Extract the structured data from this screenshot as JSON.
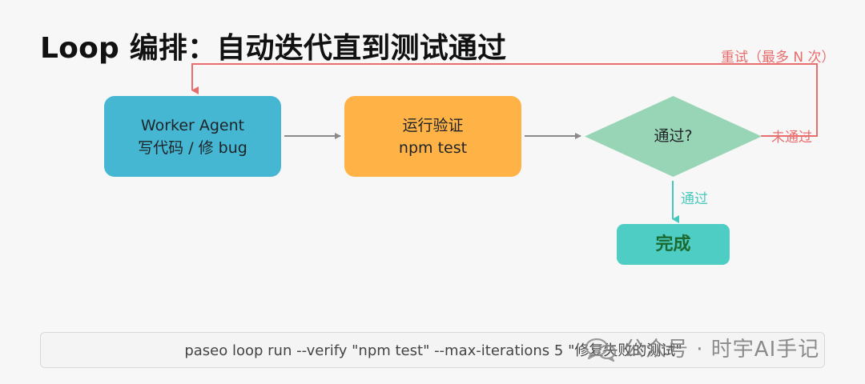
{
  "title": "Loop 编排：自动迭代直到测试通过",
  "nodes": {
    "worker": {
      "line1": "Worker Agent",
      "line2": "写代码 / 修 bug",
      "color": "#45b7d2"
    },
    "verify": {
      "line1": "运行验证",
      "line2": "npm test",
      "color": "#ffb347"
    },
    "decision": {
      "label": "通过?",
      "color": "#98d5b6"
    },
    "done": {
      "label": "完成",
      "color": "#4ecdc4",
      "text_color": "#1b6a31"
    }
  },
  "edges": {
    "retry_label": "重试（最多 N 次）",
    "fail_label": "未通过",
    "pass_label": "通过",
    "colors": {
      "flow": "#8a8a8a",
      "retry": "#e86d6d",
      "pass": "#46c8bd"
    }
  },
  "command": {
    "text": "paseo loop run --verify \"npm test\" --max-iterations 5 \"修复失败的测试\""
  },
  "watermark": {
    "icon": "wechat-icon",
    "text": "公众号 · 时宇AI手记"
  }
}
